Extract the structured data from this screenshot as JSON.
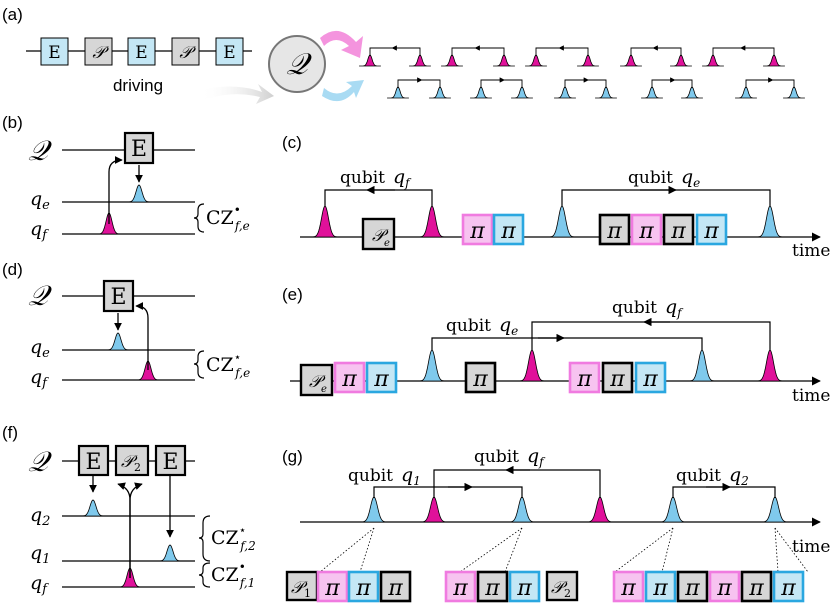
{
  "colors": {
    "magenta": "#e0119a",
    "blue": "#7fc9ec",
    "pink_box": "#f7c3f0",
    "blue_box": "#c4e7f5",
    "grey_box": "#d6d6d6",
    "pink_edge": "#f07be0",
    "blue_edge": "#2aa7e0",
    "dark_edge": "#000000"
  },
  "labels": {
    "a": "(a)",
    "b": "(b)",
    "c": "(c)",
    "d": "(d)",
    "e": "(e)",
    "f": "(f)",
    "g": "(g)"
  },
  "text": {
    "driving": "driving",
    "time": "time",
    "qubit": "qubit",
    "Q": "𝒬",
    "E": "E",
    "P": "𝒫",
    "pi": "π",
    "qf": "q",
    "qf_sub": "f",
    "qe_sub": "e",
    "q1_sub": "1",
    "q2_sub": "2",
    "cz": "CZ",
    "cz_b_sup": "•",
    "cz_b_sub": "f,e",
    "cz_d_sup": "⋆",
    "cz_d_sub": "f,e",
    "cz_f1_sup": "⋆",
    "cz_f1_sub": "f,2",
    "cz_f2_sup": "•",
    "cz_f2_sub": "f,1",
    "p2_sub": "2",
    "p1_sub": "1",
    "pe_sub": "e"
  },
  "driving_sequence": [
    "E",
    "𝒫",
    "E",
    "𝒫",
    "E"
  ]
}
